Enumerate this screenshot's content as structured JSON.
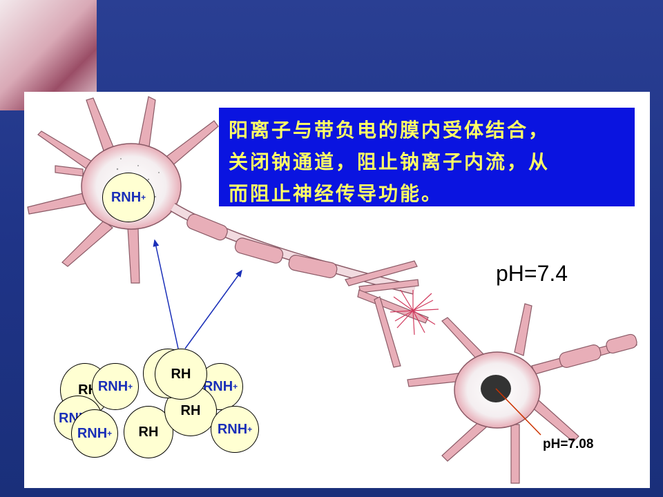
{
  "callout": {
    "lines": [
      "阳离子与带负电的膜内受体结合，",
      "关闭钠通道，阻止钠离子内流，从",
      "而阻止神经传导功能。"
    ]
  },
  "labels": {
    "ph_outside": "pH=7.4",
    "ph_inside": "pH=7.08"
  },
  "molecules": {
    "charged_label": "RNH",
    "charge": "+",
    "neutral_label": "RH"
  },
  "colors": {
    "slide_bg": "#1f3487",
    "callout_bg": "#0a14e0",
    "callout_text": "#ffff66",
    "neuron_pink": "#e8aeb8",
    "molecule_fill": "#ffffd2",
    "charged_text": "#1a2fb8",
    "arrow_blue": "#1a2fb8",
    "pointer_orange": "#cc3300"
  }
}
